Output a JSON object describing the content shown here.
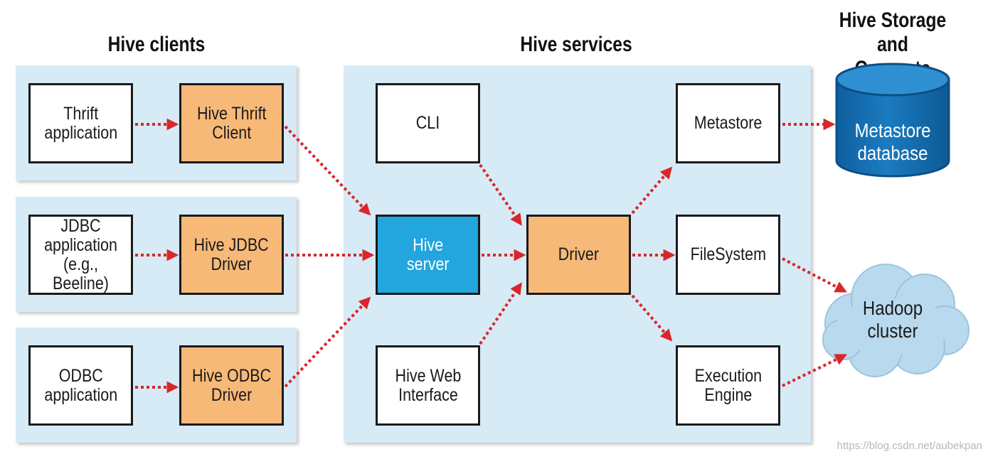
{
  "headings": {
    "clients": "Hive clients",
    "services": "Hive services",
    "storage": "Hive Storage\nand Compute"
  },
  "clients": {
    "thrift_app": "Thrift\napplication",
    "thrift_client": "Hive Thrift\nClient",
    "jdbc_app": "JDBC\napplication\n(e.g., Beeline)",
    "jdbc_driver": "Hive JDBC\nDriver",
    "odbc_app": "ODBC\napplication",
    "odbc_driver": "Hive ODBC\nDriver"
  },
  "services": {
    "cli": "CLI",
    "hive_server": "Hive\nserver",
    "web_interface": "Hive Web\nInterface",
    "driver": "Driver",
    "metastore": "Metastore",
    "filesystem": "FileSystem",
    "execution_engine": "Execution\nEngine"
  },
  "storage": {
    "metastore_db": "Metastore\ndatabase",
    "hadoop": "Hadoop\ncluster"
  },
  "watermark": "https://blog.csdn.net/aubekpan",
  "colors": {
    "panel": "#d6ebf6",
    "orange": "#f7b978",
    "hive_server_blue": "#23a5de",
    "database_blue": "#1b7bc1",
    "arrow_red": "#d9262b",
    "cloud": "#b9d9ee"
  }
}
